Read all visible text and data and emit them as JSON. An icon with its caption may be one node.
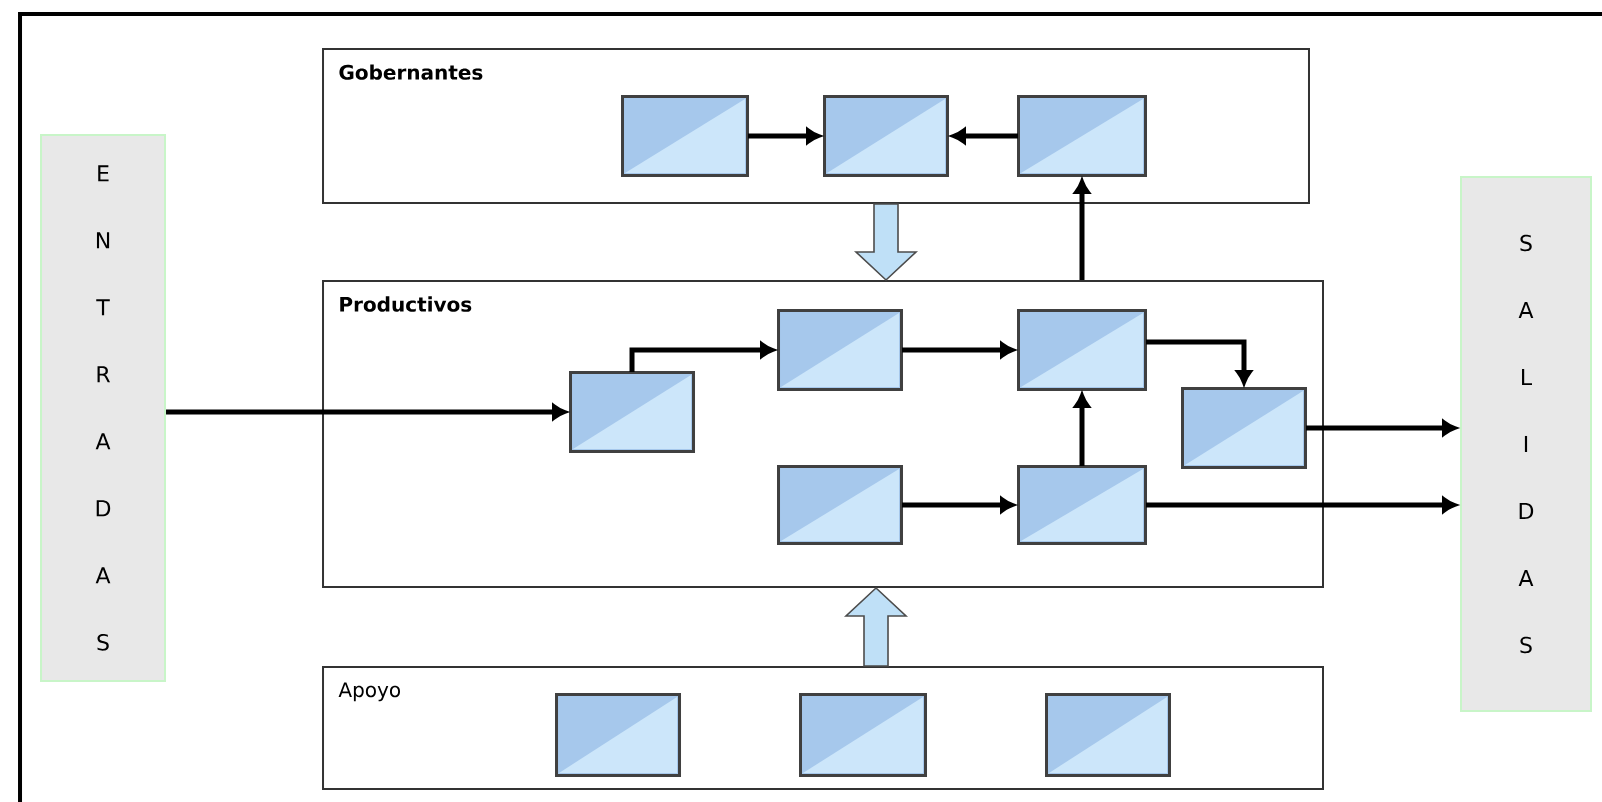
{
  "diagram": {
    "nodes": [
      {
        "text": [
          "E N T R A D A S"
        ]
      },
      {
        "text": [
          "Gobernantes"
        ]
      },
      {
        "text": [],
        "shape": "box",
        "in": 1
      },
      {
        "text": [],
        "shape": "box",
        "in": 1
      },
      {
        "text": [],
        "shape": "box",
        "in": 1
      },
      {
        "text": [
          "Productivos"
        ]
      },
      {
        "text": [],
        "shape": "box",
        "in": 5
      },
      {
        "text": [],
        "shape": "box",
        "in": 5
      },
      {
        "text": [],
        "shape": "box",
        "in": 5
      },
      {
        "text": [],
        "shape": "box",
        "in": 5
      },
      {
        "text": [],
        "shape": "box",
        "in": 5
      },
      {
        "text": [],
        "shape": "box",
        "in": 5
      },
      {
        "text": [
          "Apoyo"
        ]
      },
      {
        "text": [],
        "shape": "box",
        "in": 12
      },
      {
        "text": [],
        "shape": "box",
        "in": 12
      },
      {
        "text": [],
        "shape": "box",
        "in": 12
      },
      {
        "text": [
          "S A L I D A S"
        ]
      }
    ],
    "edges": [
      {
        "from": 2,
        "to": 3,
        "arrow": "to"
      },
      {
        "from": 4,
        "to": 3,
        "arrow": "to"
      },
      {
        "from": 1,
        "to": 5,
        "arrow": "to",
        "color": "#bfe0f7"
      },
      {
        "from": 5,
        "to": 4,
        "arrow": "to"
      },
      {
        "from": 0,
        "to": 6,
        "arrow": "to"
      },
      {
        "from": 6,
        "to": 7,
        "arrow": "to"
      },
      {
        "from": 7,
        "to": 8,
        "arrow": "to"
      },
      {
        "from": 8,
        "to": 9,
        "arrow": "to"
      },
      {
        "from": 11,
        "to": 8,
        "arrow": "to"
      },
      {
        "from": 10,
        "to": 11,
        "arrow": "to"
      },
      {
        "from": 9,
        "to": 16,
        "arrow": "to"
      },
      {
        "from": 11,
        "to": 16,
        "arrow": "to"
      },
      {
        "from": 12,
        "to": 5,
        "arrow": "to",
        "color": "#bfe0f7"
      }
    ]
  }
}
